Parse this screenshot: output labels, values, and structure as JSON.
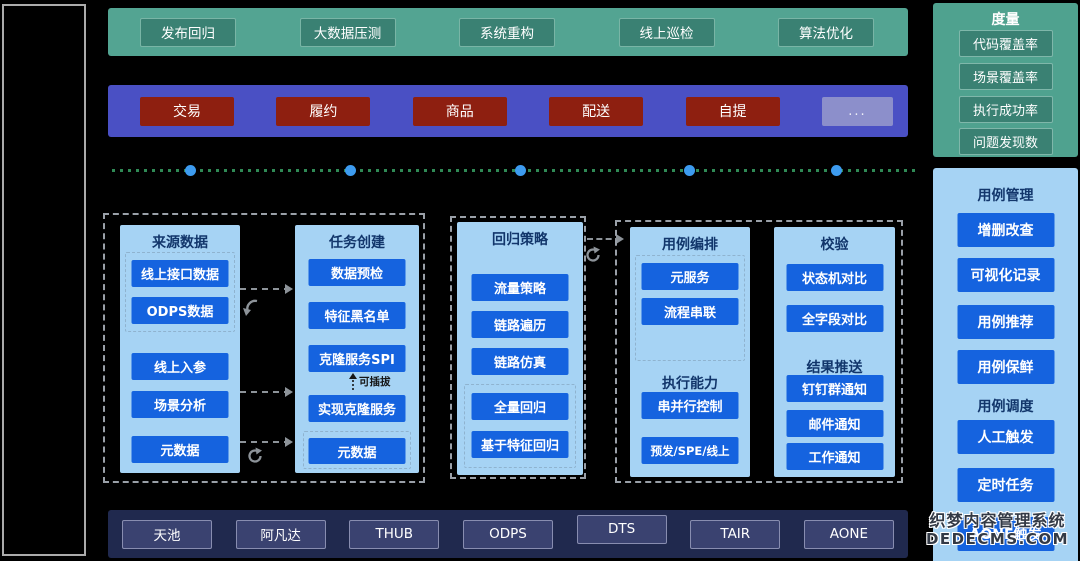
{
  "top_bar": {
    "items": [
      "发布回归",
      "大数据压测",
      "系统重构",
      "线上巡检",
      "算法优化"
    ]
  },
  "domain_bar": {
    "items": [
      "交易",
      "履约",
      "商品",
      "配送",
      "自提"
    ],
    "more_label": "..."
  },
  "source_panel": {
    "title": "来源数据",
    "realtime_group": [
      "线上接口数据",
      "ODPS数据"
    ],
    "items": [
      "线上入参",
      "场景分析",
      "元数据"
    ]
  },
  "task_panel": {
    "title": "任务创建",
    "items": [
      "数据预检",
      "特征黑名单",
      "克隆服务SPI"
    ],
    "pluggable_label": "可插拔",
    "clone_impl": "实现克隆服务",
    "meta_item": "元数据"
  },
  "regression_panel": {
    "title": "回归策略",
    "items": [
      "流量策略",
      "链路遍历",
      "链路仿真"
    ],
    "full_group": [
      "全量回归",
      "基于特征回归"
    ]
  },
  "orchestration_panel": {
    "title": "用例编排",
    "service_group": [
      "元服务",
      "流程串联"
    ],
    "exec_title": "执行能力",
    "exec_items": [
      "串并行控制",
      "预发/SPE/线上"
    ]
  },
  "verification_panel": {
    "title": "校验",
    "items": [
      "状态机对比",
      "全字段对比"
    ],
    "push_title": "结果推送",
    "push_items": [
      "钉钉群通知",
      "邮件通知",
      "工作通知"
    ]
  },
  "metrics_panel": {
    "title": "度量",
    "items": [
      "代码覆盖率",
      "场景覆盖率",
      "执行成功率",
      "问题发现数"
    ]
  },
  "case_mgmt_panel": {
    "title": "用例管理",
    "items": [
      "增删改查",
      "可视化记录",
      "用例推荐",
      "用例保鲜"
    ],
    "schedule_title": "用例调度",
    "schedule_items": [
      "人工触发",
      "定时任务",
      "AONE触发"
    ]
  },
  "bottom_bar": {
    "items": [
      "天池",
      "阿凡达",
      "THUB",
      "ODPS",
      "DTS",
      "TAIR",
      "AONE"
    ]
  },
  "watermark": {
    "line1": "织梦内容管理系统",
    "line2": "DEDECMS.COM"
  },
  "colors": {
    "teal_bar": "#53A492",
    "teal_button": "#3A8173",
    "purple_bar": "#4A50C4",
    "red_button": "#8E1F10",
    "panel_blue": "#A6D3F4",
    "action_blue": "#1563DF",
    "bottom_bar_navy": "#20294E",
    "timeline_green": "#2F8A55",
    "timeline_dot_blue": "#3D9BEF",
    "arrow_gray": "#8D9399"
  }
}
